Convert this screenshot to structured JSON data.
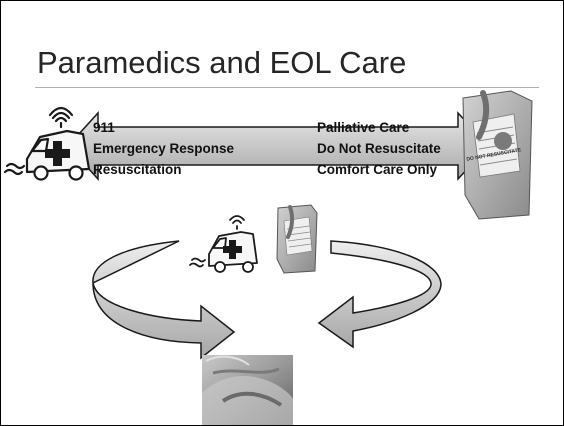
{
  "slide": {
    "title": "Paramedics and EOL Care",
    "left_labels": [
      "911",
      "Emergency Response",
      "Resuscitation"
    ],
    "right_labels": [
      "Palliative Care",
      "Do Not Resuscitate",
      "Comfort Care Only"
    ],
    "images": {
      "ambulance_large": "ambulance-icon",
      "ambulance_small": "ambulance-icon",
      "dnr_form_large": "dnr-form-photo",
      "dnr_form_small": "dnr-form-photo",
      "hands": "holding-hands-photo",
      "dnr_form_text": "DO NOT RESUSCITATE"
    },
    "colors": {
      "arrow_fill_top": "#e6e6e6",
      "arrow_fill_bottom": "#a9a9a9",
      "arrow_stroke": "#1a1a1a"
    }
  }
}
